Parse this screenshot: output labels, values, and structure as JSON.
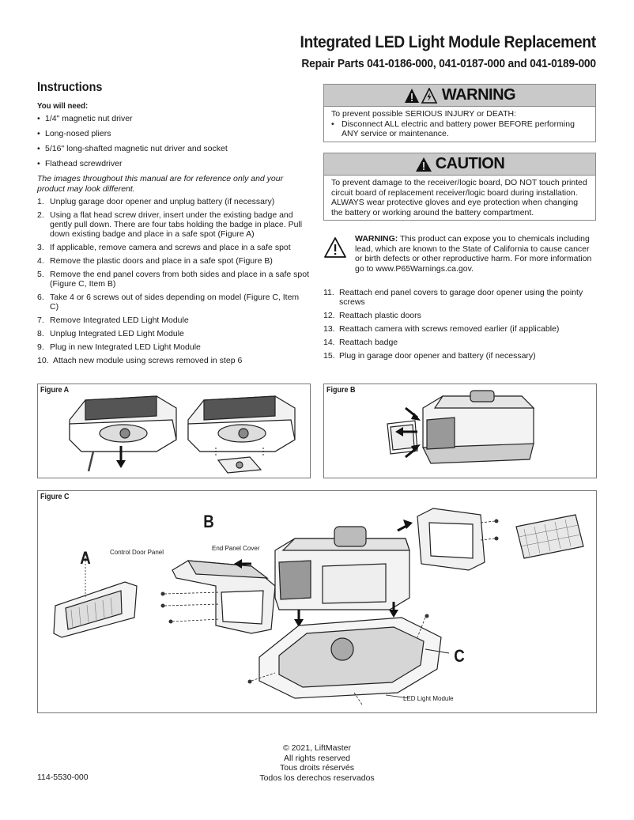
{
  "header": {
    "title": "Integrated LED Light Module Replacement",
    "subtitle": "Repair Parts 041-0186-000, 041-0187-000 and 041-0189-000"
  },
  "instructions": {
    "heading": "Instructions",
    "you_will_need": "You will need:",
    "tools": [
      "1/4\" magnetic nut driver",
      "Long-nosed pliers",
      "5/16\" long-shafted magnetic nut driver and socket",
      "Flathead screwdriver"
    ],
    "note": "The images throughout this manual are for reference only and your product may look different.",
    "steps_left": [
      {
        "num": "1.",
        "text": "Unplug garage door opener and unplug battery (if necessary)"
      },
      {
        "num": "2.",
        "text": "Using a flat head screw driver, insert under the existing badge and gently pull down. There are four tabs holding the badge in place. Pull down existing badge and place in a safe spot (Figure A)"
      },
      {
        "num": "3.",
        "text": "If applicable, remove camera and screws and place in a safe spot"
      },
      {
        "num": "4.",
        "text": "Remove the plastic doors and place in a safe spot (Figure B)"
      },
      {
        "num": "5.",
        "text": "Remove the end panel covers from both sides and place in a safe spot (Figure C, Item B)"
      },
      {
        "num": "6.",
        "text": "Take 4 or 6 screws out of sides depending on model (Figure C, Item C)"
      },
      {
        "num": "7.",
        "text": "Remove Integrated LED Light Module"
      },
      {
        "num": "8.",
        "text": "Unplug Integrated LED Light Module"
      },
      {
        "num": "9.",
        "text": "Plug in new Integrated LED Light Module"
      },
      {
        "num": "10.",
        "text": "Attach new module using screws removed in step 6"
      }
    ],
    "steps_right": [
      {
        "num": "11.",
        "text": "Reattach end panel covers to garage door opener using the pointy screws"
      },
      {
        "num": "12.",
        "text": "Reattach plastic doors"
      },
      {
        "num": "13.",
        "text": "Reattach camera with screws removed earlier (if applicable)"
      },
      {
        "num": "14.",
        "text": "Reattach badge"
      },
      {
        "num": "15.",
        "text": "Plug in garage door opener and battery (if necessary)"
      }
    ]
  },
  "warning": {
    "word": "WARNING",
    "line1": "To prevent possible SERIOUS INJURY or DEATH:",
    "bullet": "Disconnect ALL electric and battery power BEFORE performing ANY service or maintenance."
  },
  "caution": {
    "word": "CAUTION",
    "text": "To prevent damage to the receiver/logic board, DO NOT touch printed circuit board of replacement receiver/logic board during installation. ALWAYS wear protective gloves and eye protection when changing the battery or working around the battery compartment."
  },
  "prop65": {
    "label": "WARNING:",
    "text": "This product can expose you to chemicals including lead, which are known to the State of California to cause cancer or birth defects or other reproductive harm. For more information go to www.P65Warnings.ca.gov."
  },
  "figures": {
    "a_label": "Figure A",
    "b_label": "Figure B",
    "c_label": "Figure C",
    "c_item_a": "A",
    "c_item_b": "B",
    "c_item_c": "C",
    "c_control_door_panel": "Control Door Panel",
    "c_end_panel_cover": "End Panel Cover",
    "c_led_light_module": "LED Light Module"
  },
  "footer": {
    "copyright": "© 2021, LiftMaster",
    "rights_en": "All rights reserved",
    "rights_fr": "Tous droits réservés",
    "rights_es": "Todos los derechos reservados",
    "doc_code": "114-5530-000"
  },
  "colors": {
    "banner_gray": "#c9c9c9",
    "border": "#777777",
    "text": "#1a1a1a"
  }
}
